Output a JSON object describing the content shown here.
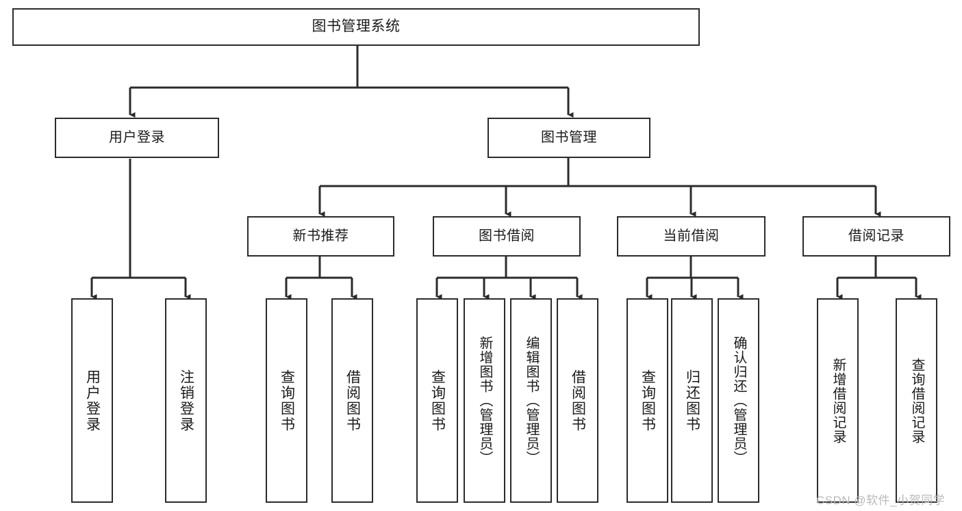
{
  "diagram": {
    "type": "tree-hierarchy-chart",
    "title": "图书管理系统",
    "orientation": "top-down",
    "colors": {
      "box_border": "#2b2b2b",
      "box_fill": "#ffffff",
      "connector": "#2b2b2b",
      "text": "#1a1a1a",
      "watermark": "#b9b9b9",
      "background": "#ffffff"
    }
  },
  "nodes": {
    "root": {
      "label": "图书管理系统",
      "level": 0
    },
    "level1": [
      {
        "id": "user-login",
        "label": "用户登录"
      },
      {
        "id": "book-management",
        "label": "图书管理"
      }
    ],
    "level2": [
      {
        "id": "new-book-recommend",
        "label": "新书推荐",
        "parent": "book-management"
      },
      {
        "id": "book-borrow",
        "label": "图书借阅",
        "parent": "book-management"
      },
      {
        "id": "current-borrow",
        "label": "当前借阅",
        "parent": "book-management"
      },
      {
        "id": "borrow-record",
        "label": "借阅记录",
        "parent": "book-management"
      }
    ],
    "leaves": {
      "user-login": [
        {
          "id": "leaf-user-login",
          "label": "用户登录"
        },
        {
          "id": "leaf-logout",
          "label": "注销登录"
        }
      ],
      "new-book-recommend": [
        {
          "id": "leaf-query-book-1",
          "label": "查询图书"
        },
        {
          "id": "leaf-borrow-book-1",
          "label": "借阅图书"
        }
      ],
      "book-borrow": [
        {
          "id": "leaf-query-book-2",
          "label": "查询图书"
        },
        {
          "id": "leaf-add-book",
          "label": "新增图书（管理员）"
        },
        {
          "id": "leaf-edit-book",
          "label": "编辑图书（管理员）"
        },
        {
          "id": "leaf-borrow-book-2",
          "label": "借阅图书"
        }
      ],
      "current-borrow": [
        {
          "id": "leaf-query-book-3",
          "label": "查询图书"
        },
        {
          "id": "leaf-return-book",
          "label": "归还图书"
        },
        {
          "id": "leaf-confirm-return",
          "label": "确认归还（管理员）"
        }
      ],
      "borrow-record": [
        {
          "id": "leaf-add-record",
          "label": "新增借阅记录"
        },
        {
          "id": "leaf-query-record",
          "label": "查询借阅记录"
        }
      ]
    }
  },
  "watermark": {
    "text": "CSDN @软件_小贺同学"
  }
}
